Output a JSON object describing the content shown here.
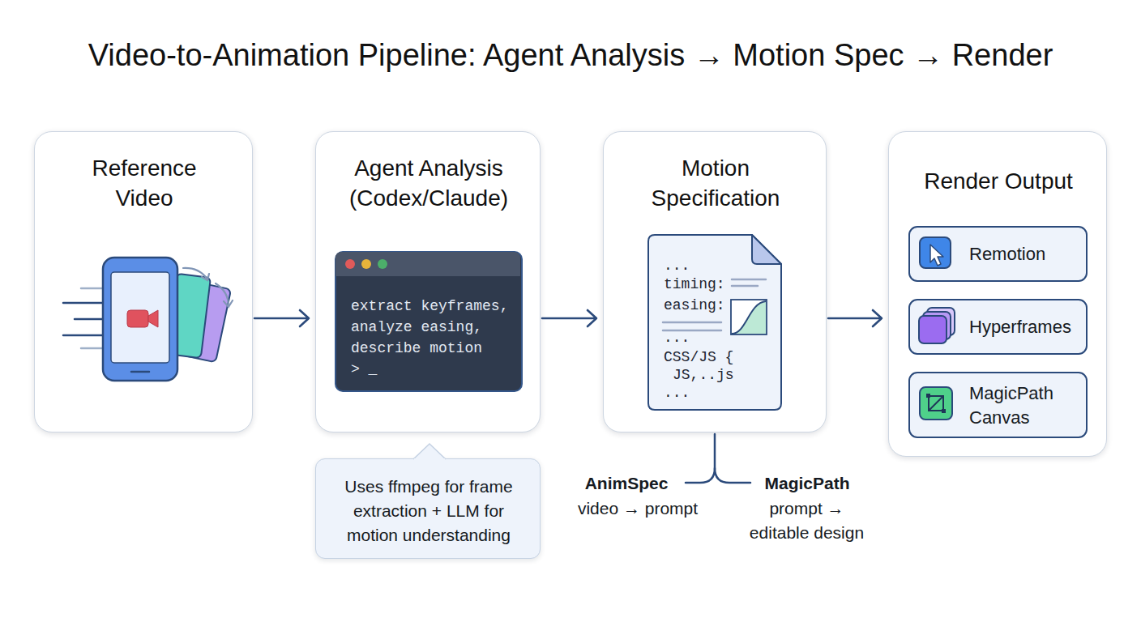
{
  "diagram": {
    "title": "Video-to-Animation Pipeline: Agent Analysis → Motion Spec → Render",
    "nodes": [
      {
        "text": [
          "Reference Video"
        ]
      },
      {
        "text": [
          "Agent Analysis (Codex/Claude)"
        ]
      },
      {
        "text": [
          "extract keyframes, analyze easing, describe motion",
          "> _"
        ],
        "in": 1
      },
      {
        "text": [
          "Motion Specification"
        ]
      },
      {
        "text": [
          "...",
          "timing:",
          "easing:",
          "...",
          "CSS/JS {",
          "JS,..js",
          "..."
        ],
        "in": 3
      },
      {
        "text": [
          "Render Output"
        ]
      },
      {
        "text": [
          "Remotion"
        ],
        "in": 5
      },
      {
        "text": [
          "Hyperframes"
        ],
        "in": 5
      },
      {
        "text": [
          "MagicPath Canvas"
        ],
        "in": 5
      },
      {
        "text": [
          "Uses ffmpeg for frame extraction + LLM for motion understanding"
        ]
      }
    ],
    "edges": [
      {
        "from": 0,
        "to": 1,
        "arrow": "to"
      },
      {
        "from": 1,
        "to": 3,
        "arrow": "to"
      },
      {
        "from": 3,
        "to": 5,
        "arrow": "to"
      }
    ],
    "labels": [
      "AnimSpec",
      "video → prompt",
      "MagicPath",
      "prompt → editable design"
    ]
  }
}
